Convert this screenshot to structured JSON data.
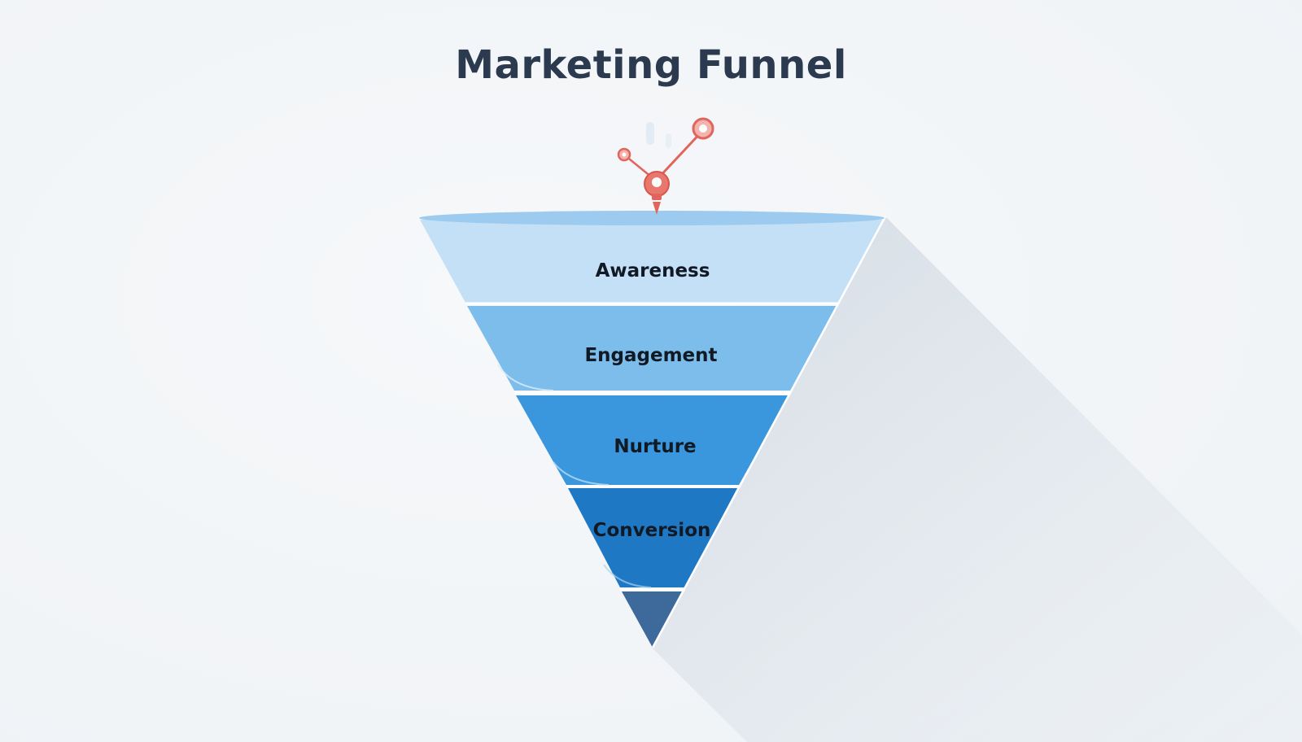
{
  "title": "Marketing Funnel",
  "stages": [
    {
      "label": "Awareness",
      "color": "#c4e0f6"
    },
    {
      "label": "Engagement",
      "color": "#7cbdec"
    },
    {
      "label": "Nurture",
      "color": "#3a97dd"
    },
    {
      "label": "Conversion",
      "color": "#1f78c4"
    },
    {
      "label": "",
      "color": "#3d6a9a"
    }
  ],
  "colors": {
    "rim": "#9ccbef",
    "shadow": "#d6dee6",
    "icon": "#e0655c"
  },
  "icon": "lightbulb-network-icon"
}
